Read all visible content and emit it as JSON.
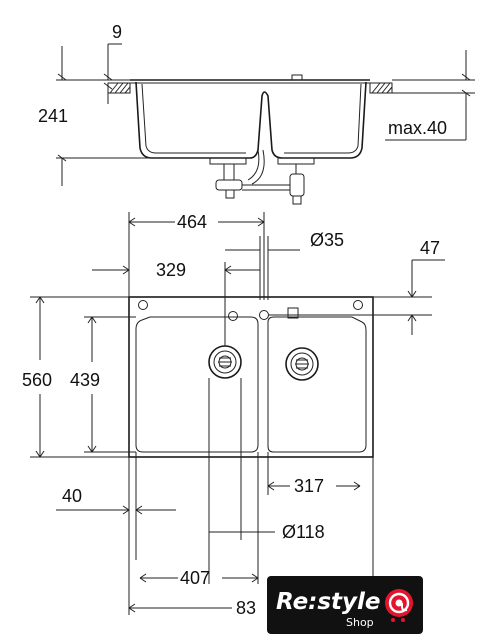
{
  "dimensions": {
    "flange_thickness": "9",
    "depth": "241",
    "max_worktop": "max.40",
    "tap_offset": "464",
    "tap_hole": "Ø35",
    "back_offset": "47",
    "left_drain_offset": "329",
    "total_depth": "560",
    "bowl_depth": "439",
    "right_drain_offset": "317",
    "front_offset": "40",
    "drain_diameter": "Ø118",
    "left_bowl_width": "407",
    "total_width": "83"
  },
  "badge": {
    "brand": "Re:style",
    "sub": "Shop",
    "colors": {
      "background": "#111111",
      "text": "#ffffff",
      "accent": "#e3142c"
    }
  }
}
